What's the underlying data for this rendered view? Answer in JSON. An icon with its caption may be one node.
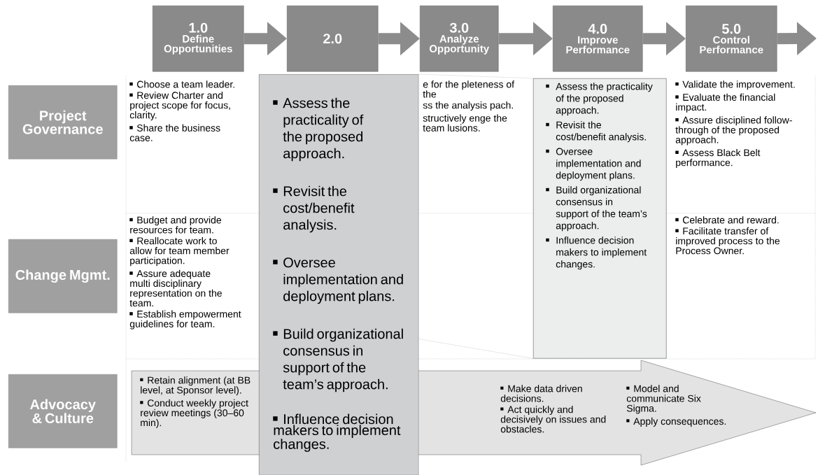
{
  "diagram": {
    "nodes": [
      {
        "text": [
          "1.0",
          "Define Opportunities"
        ]
      },
      {
        "text": [
          "2.0"
        ]
      },
      {
        "text": [
          "3.0",
          "Analyze Opportunity"
        ]
      },
      {
        "text": [
          "4.0",
          "Improve Performance"
        ]
      },
      {
        "text": [
          "5.0",
          "Control Performance"
        ]
      },
      {
        "text": [
          "Project Governance"
        ]
      },
      {
        "text": [
          "Change Mgmt."
        ]
      },
      {
        "text": [
          "Advocacy & Culture"
        ]
      },
      {
        "text": [
          "Assess the practicality of the proposed approach.",
          "Revisit the cost/benefit analysis.",
          "Oversee implementation and deployment plans.",
          "Build organizational consensus in support of the team’s approach.",
          "Influence decision makers to implement changes."
        ]
      },
      {
        "text": [
          "Assess the practicality of the proposed approach.",
          "Revisit the cost/benefit analysis.",
          "Oversee implementation and deployment plans.",
          "Build organizational consensus in support of the team’s approach.",
          "Influence decision makers to implement changes."
        ]
      },
      {
        "text": [
          "Retain alignment (at BB level, at Sponsor level).",
          "Conduct weekly project review meetings (30–60 min).",
          "Make data driven decisions.",
          "Act quickly and decisively on issues and obstacles.",
          "Model and communicate Six Sigma.",
          "Apply consequences."
        ]
      }
    ],
    "edges": [
      {
        "from": 0,
        "to": 1,
        "arrow": "to"
      },
      {
        "from": 1,
        "to": 2,
        "arrow": "to"
      },
      {
        "from": 2,
        "to": 3,
        "arrow": "to"
      },
      {
        "from": 3,
        "to": 4,
        "arrow": "to"
      },
      {
        "from": 4,
        "to": null,
        "arrow": "to"
      },
      {
        "from": 9,
        "to": 8,
        "arrow": "none",
        "style": "dashed"
      },
      {
        "from": 9,
        "to": 8,
        "arrow": "none",
        "style": "dashed"
      }
    ],
    "labels": [
      "Choose a team leader.",
      "Review Charter and project scope for focus, clarity.",
      "Share the business case.",
      "e for the pleteness of the",
      "ss the analysis pach.",
      "structively enge the team lusions.",
      "Validate the improvement.",
      "Evaluate the financial impact.",
      "Assure disciplined follow-through of the proposed approach.",
      "Assess Black Belt performance.",
      "Budget and provide resources for team.",
      "Reallocate work to allow for team member participation.",
      "Assure adequate multi disciplinary representation on the team.",
      "Establish empowerment guidelines for team.",
      "Celebrate and reward.",
      "Facilitate transfer of improved process to the Process Owner."
    ]
  }
}
